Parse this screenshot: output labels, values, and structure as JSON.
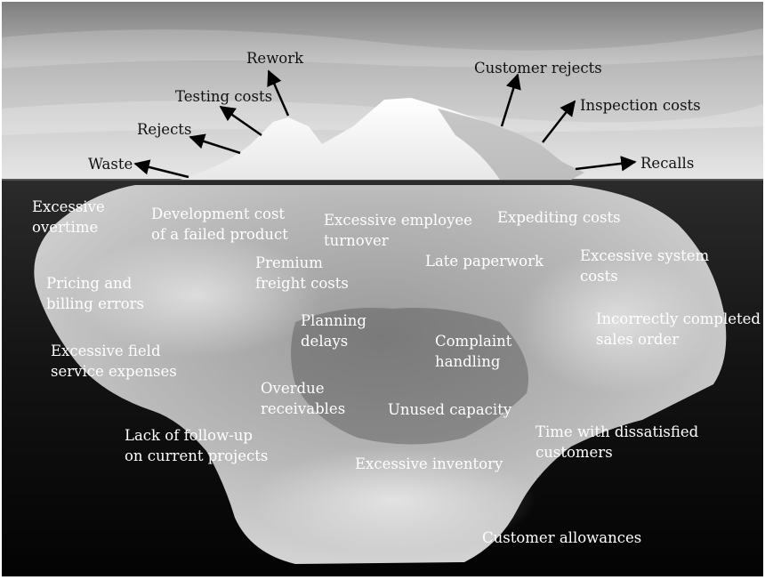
{
  "above_water": {
    "rework": "Rework",
    "testing_costs": "Testing costs",
    "rejects": "Rejects",
    "waste": "Waste",
    "customer_rejects": "Customer rejects",
    "inspection_costs": "Inspection costs",
    "recalls": "Recalls"
  },
  "below_water": {
    "excessive_overtime": [
      "Excessive",
      "overtime"
    ],
    "development_cost": [
      "Development cost",
      "of a failed product"
    ],
    "employee_turnover": [
      "Excessive employee",
      "turnover"
    ],
    "expediting_costs": [
      "Expediting costs"
    ],
    "premium_freight": [
      "Premium",
      "freight costs"
    ],
    "late_paperwork": [
      "Late paperwork"
    ],
    "system_costs": [
      "Excessive system",
      "costs"
    ],
    "pricing_billing": [
      "Pricing and",
      "billing errors"
    ],
    "incorrect_sales_order": [
      "Incorrectly completed",
      "sales order"
    ],
    "planning_delays": [
      "Planning",
      "delays"
    ],
    "complaint_handling": [
      "Complaint",
      "handling"
    ],
    "field_service": [
      "Excessive field",
      "service expenses"
    ],
    "overdue_receivables": [
      "Overdue",
      "receivables"
    ],
    "unused_capacity": [
      "Unused capacity"
    ],
    "follow_up": [
      "Lack of follow-up",
      "on current projects"
    ],
    "dissatisfied_customers": [
      "Time with dissatisfied",
      "customers"
    ],
    "excessive_inventory": [
      "Excessive inventory"
    ],
    "customer_allowances": [
      "Customer allowances"
    ]
  },
  "colors": {
    "sky_top": "#8a8a8a",
    "sky_bottom": "#e4e4e4",
    "water_top": "#2a2a2a",
    "water_bottom": "#050505",
    "ice": "#ffffff",
    "ice_underwater": "#bdbdbd",
    "above_text": "#111111",
    "below_text": "#ffffff"
  }
}
